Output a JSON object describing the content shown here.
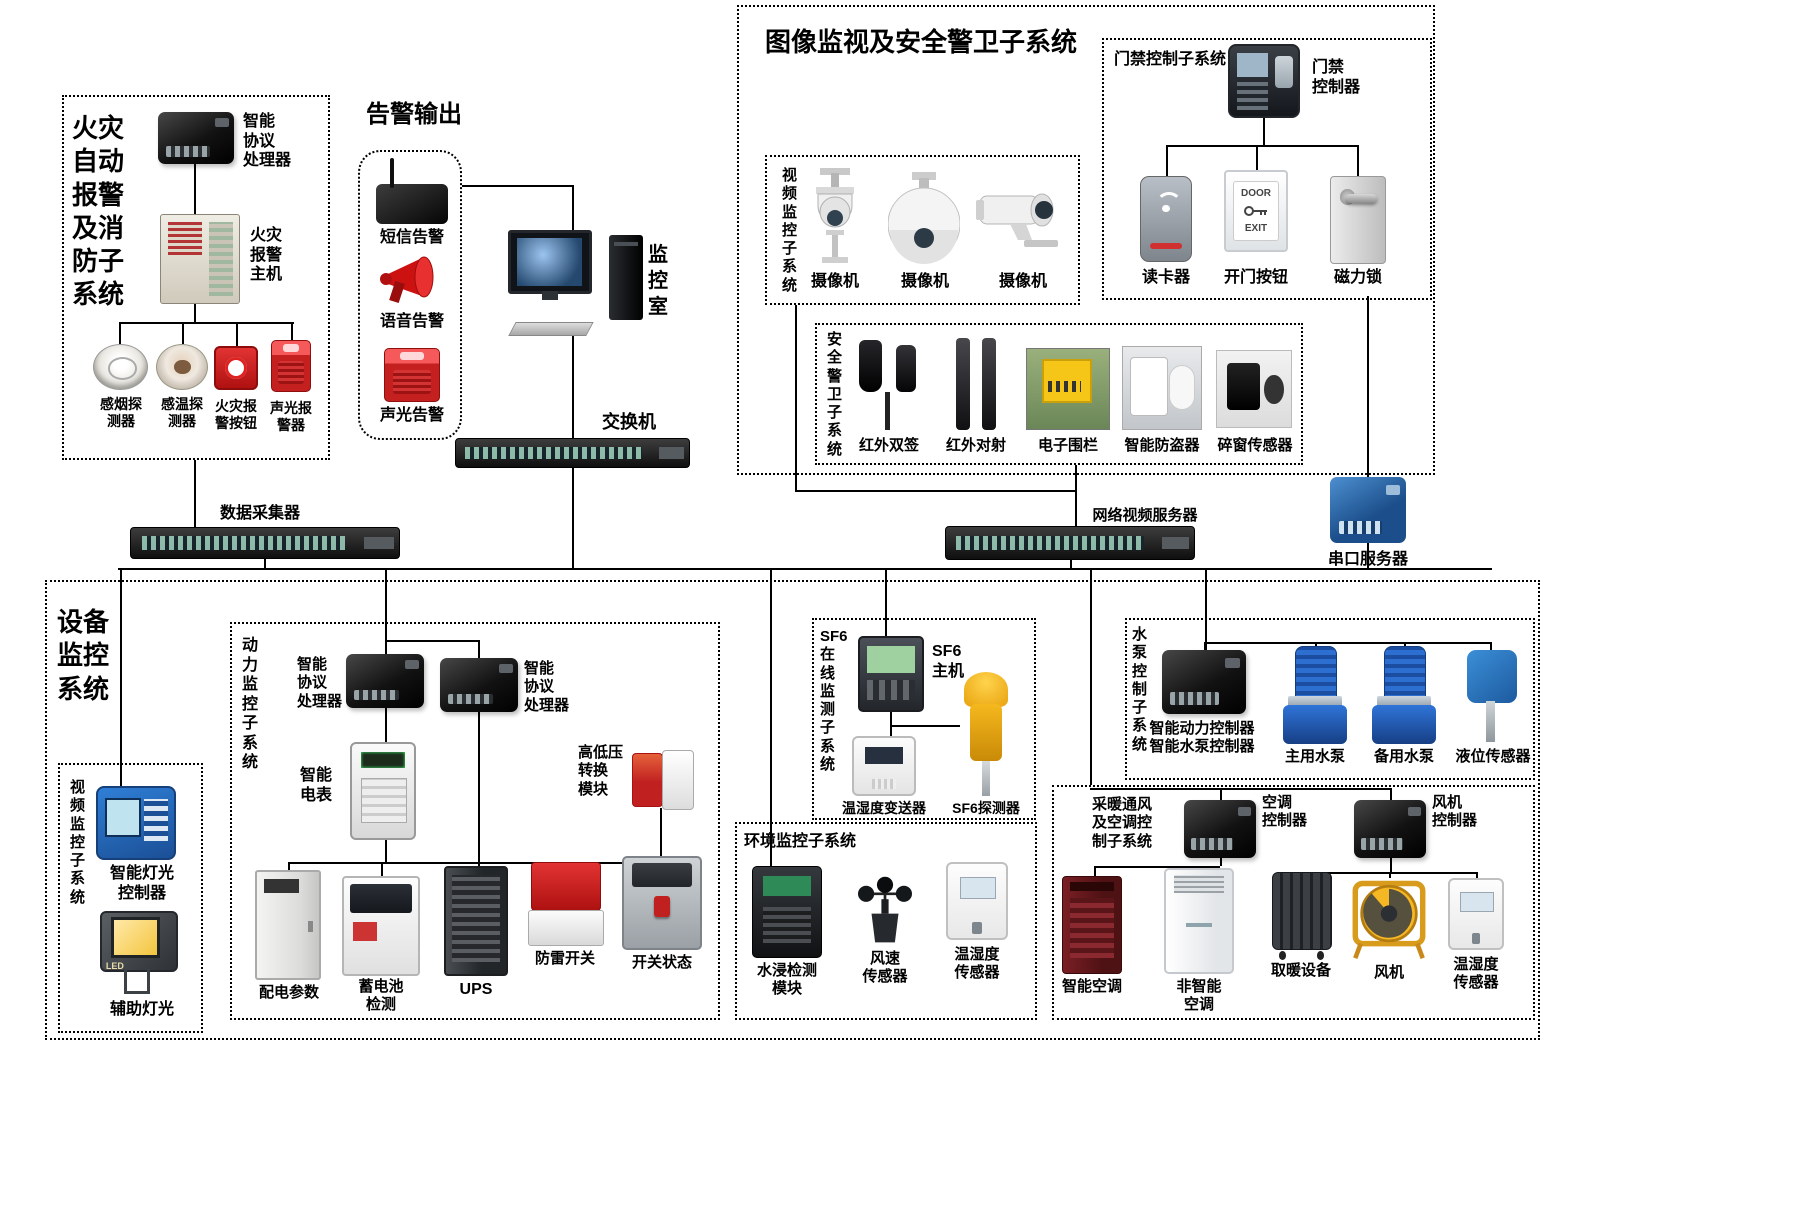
{
  "fire": {
    "title": "火灾\n自动\n报警\n及消\n防子\n系统",
    "processor": "智能\n协议\n处理器",
    "host": "火灾\n报警\n主机",
    "smoke_detector": "感烟探\n测器",
    "temp_detector": "感温探\n测器",
    "alarm_button": "火灾报\n警按钮",
    "sound_light_alarm": "声光报\n警器"
  },
  "alarm_output": {
    "title": "告警输出",
    "sms": "短信告警",
    "voice": "语音告警",
    "sound_light": "声光告警"
  },
  "monitor_room": "监\n控\n室",
  "core_switch": "交换机",
  "collector": "数据采集器",
  "nvr": "网络视频服务器",
  "serial_server": "串口服务器",
  "surveillance": {
    "title": "图像监视及安全警卫子系统",
    "video": {
      "title": "视\n频\n监\n控\n子\n系\n统",
      "camera": "摄像机"
    },
    "access": {
      "title": "门禁控制子系统",
      "controller": "门禁\n控制器",
      "reader": "读卡器",
      "open_button": "开门按钮",
      "lock": "磁力锁",
      "door_text_top": "DOOR",
      "door_text_bottom": "EXIT"
    },
    "guard": {
      "title": "安\n全\n警\n卫\n子\n系\n统",
      "ir_dual": "红外双签",
      "ir_beam": "红外对射",
      "fence": "电子围栏",
      "anti_theft": "智能防盗器",
      "window_sensor": "碎窗传感器"
    }
  },
  "equipment": {
    "title": "设备\n监控\n系统",
    "video2": {
      "title": "视\n频\n监\n控\n子\n系\n统",
      "light_controller": "智能灯光\n控制器",
      "aux_light": "辅助灯光",
      "led_text": "LED"
    },
    "power": {
      "title": "动\n力\n监\n控\n子\n系\n统",
      "processor": "智能\n协议\n处理器",
      "meter": "智能\n电表",
      "hv_module": "高低压\n转换\n模块",
      "dist_params": "配电参数",
      "battery": "蓄电池\n检测",
      "ups": "UPS",
      "lightning": "防雷开关",
      "switch_state": "开关状态"
    },
    "sf6": {
      "title": "SF6\n在\n线\n监\n测\n子\n系\n统",
      "host": "SF6\n主机",
      "transmitter": "温湿度变送器",
      "detector": "SF6探测器"
    },
    "env": {
      "title": "环境监控子系统",
      "water_module": "水浸检测\n模块",
      "wind_sensor": "风速\n传感器",
      "th_sensor": "温湿度\n传感器"
    },
    "pump": {
      "title": "水\n泵\n控\n制\n子\n系\n统",
      "controller": "智能动力控制器\n智能水泵控制器",
      "main_pump": "主用水泵",
      "backup_pump": "备用水泵",
      "level_sensor": "液位传感器"
    },
    "hvac": {
      "title": "采暖通风\n及空调控\n制子系统",
      "ac_controller": "空调\n控制器",
      "fan_controller": "风机\n控制器",
      "smart_ac": "智能空调",
      "plain_ac": "非智能\n空调",
      "heater": "取暖设备",
      "fan": "风机",
      "th_sensor": "温湿度\n传感器"
    }
  },
  "colors": {
    "background": "#ffffff",
    "line": "#000000",
    "box_border": "#000000"
  }
}
